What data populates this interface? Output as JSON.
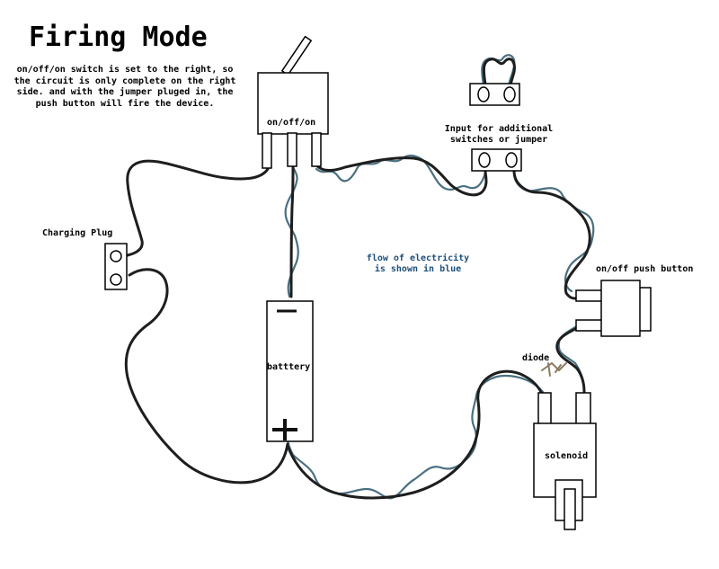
{
  "title": "Firing Mode",
  "description": "on/off/on switch is set to the right, so the circuit is only complete on the right side. and with the jumper pluged in, the push button will fire the device.",
  "labels": {
    "switch": "on/off/on",
    "charging_plug": "Charging Plug",
    "input_line1": "Input for additional",
    "input_line2": "switches or jumper",
    "flow_line1": "flow of electricity",
    "flow_line2": "is shown in blue",
    "push_button": "on/off push button",
    "battery": "batttery",
    "diode": "diode",
    "solenoid": "solenoid",
    "minus": "−",
    "plus": "+"
  },
  "colors": {
    "wire": "#1e1e1e",
    "flow": "#4a7080",
    "diode": "#8a7a60",
    "flow_text": "#1d4f7a"
  }
}
